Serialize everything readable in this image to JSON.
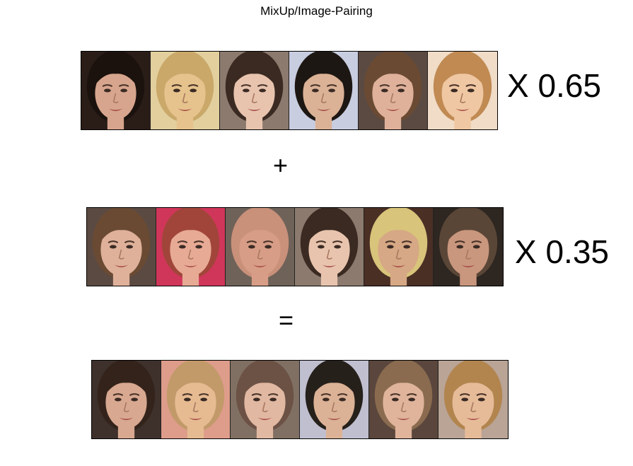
{
  "title": "MixUp/Image-Pairing",
  "row1": {
    "multiplier": "X 0.65",
    "faces": [
      {
        "icon": "face-icon",
        "bg": "#2a1d18",
        "skin": "#d7a58d",
        "hair": "#1b120e"
      },
      {
        "icon": "face-icon",
        "bg": "#e2cf9d",
        "skin": "#e6c28c",
        "hair": "#c9a86a"
      },
      {
        "icon": "face-icon",
        "bg": "#8c7a6e",
        "skin": "#e8c4ae",
        "hair": "#3a2a22"
      },
      {
        "icon": "face-icon",
        "bg": "#c8cde0",
        "skin": "#dbb296",
        "hair": "#1d1713"
      },
      {
        "icon": "face-icon",
        "bg": "#5b4a42",
        "skin": "#dfb19a",
        "hair": "#6a4a33"
      },
      {
        "icon": "face-icon",
        "bg": "#f0dcc7",
        "skin": "#efc7a2",
        "hair": "#c08a52"
      }
    ]
  },
  "plus": "+",
  "row2": {
    "multiplier": "X 0.35",
    "faces": [
      {
        "icon": "face-icon",
        "bg": "#5b4a42",
        "skin": "#dfb19a",
        "hair": "#6a4a33"
      },
      {
        "icon": "face-icon",
        "bg": "#d0365a",
        "skin": "#e7aa95",
        "hair": "#a1453a"
      },
      {
        "icon": "face-icon",
        "bg": "#6f6258",
        "skin": "#d79d86",
        "hair": "#c9907a"
      },
      {
        "icon": "face-icon",
        "bg": "#8c7a6e",
        "skin": "#e8c4ae",
        "hair": "#3a2a22"
      },
      {
        "icon": "face-icon",
        "bg": "#4a2f25",
        "skin": "#d6a885",
        "hair": "#d8c47a"
      },
      {
        "icon": "face-icon",
        "bg": "#2e2621",
        "skin": "#c9977e",
        "hair": "#5a4637"
      }
    ]
  },
  "equals": "=",
  "row3": {
    "faces": [
      {
        "icon": "face-icon",
        "bg": "#3e312b",
        "skin": "#d8a890",
        "hair": "#33231b"
      },
      {
        "icon": "face-icon",
        "bg": "#de9c8a",
        "skin": "#e6bb92",
        "hair": "#c29a6a"
      },
      {
        "icon": "face-icon",
        "bg": "#807063",
        "skin": "#e1b8a2",
        "hair": "#6c5145"
      },
      {
        "icon": "face-icon",
        "bg": "#c0bfd0",
        "skin": "#dbb296",
        "hair": "#26201b"
      },
      {
        "icon": "face-icon",
        "bg": "#5a463c",
        "skin": "#dfb49b",
        "hair": "#8a6b4f"
      },
      {
        "icon": "face-icon",
        "bg": "#b9a496",
        "skin": "#e6bb98",
        "hair": "#b2854f"
      }
    ]
  }
}
